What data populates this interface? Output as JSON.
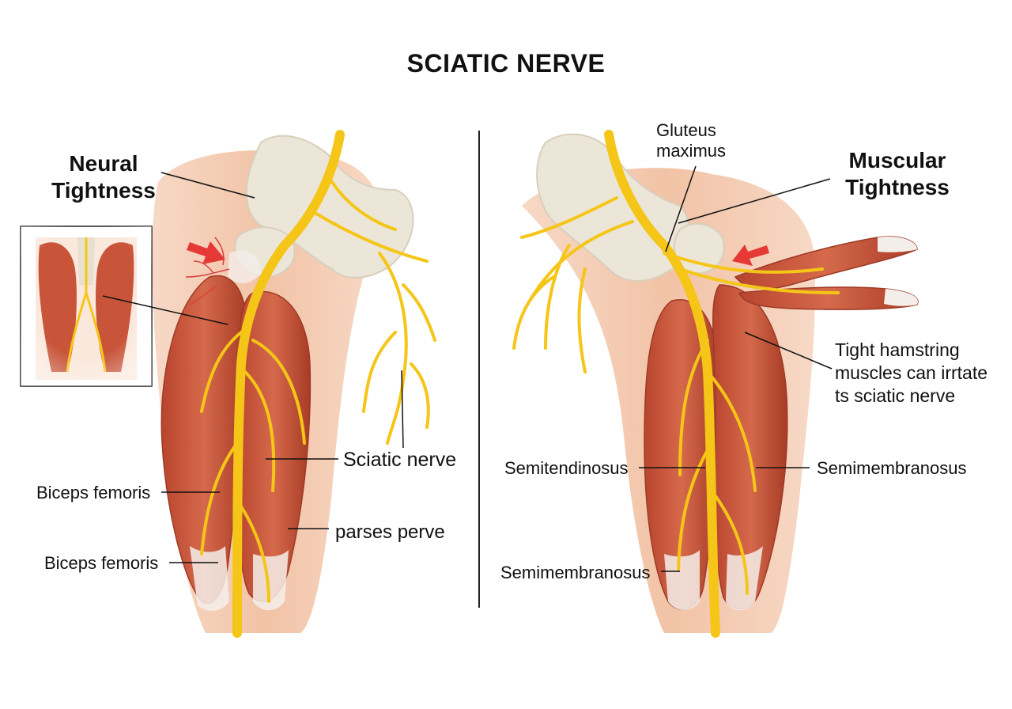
{
  "title": "SCIATIC NERVE",
  "left_panel": {
    "heading_line1": "Neural",
    "heading_line2": "Tightness",
    "labels": {
      "sciatic_nerve": "Sciatic nerve",
      "biceps_femoris_upper": "Biceps femoris",
      "parses_perve": "parses perve",
      "biceps_femoris_lower": "Biceps femoris"
    }
  },
  "right_panel": {
    "heading_line1": "Muscular",
    "heading_line2": "Tightness",
    "labels": {
      "gluteus_line1": "Gluteus",
      "gluteus_line2": "maximus",
      "tight_line1": "Tight hamstring",
      "tight_line2": "muscles can irrtate",
      "tight_line3": "ts sciatic nerve",
      "semitendinosus": "Semitendinosus",
      "semimembranosus_right": "Semimembranosus",
      "semimembranosus_lower": "Semimembranosus"
    }
  },
  "colors": {
    "skin": "#f3c7ad",
    "bone": "#ece6d8",
    "muscle": "#c8553a",
    "muscle_dark": "#9e3a26",
    "tendon": "#f4eeea",
    "nerve": "#f5c518",
    "arrow": "#e53935",
    "line": "#111111"
  }
}
